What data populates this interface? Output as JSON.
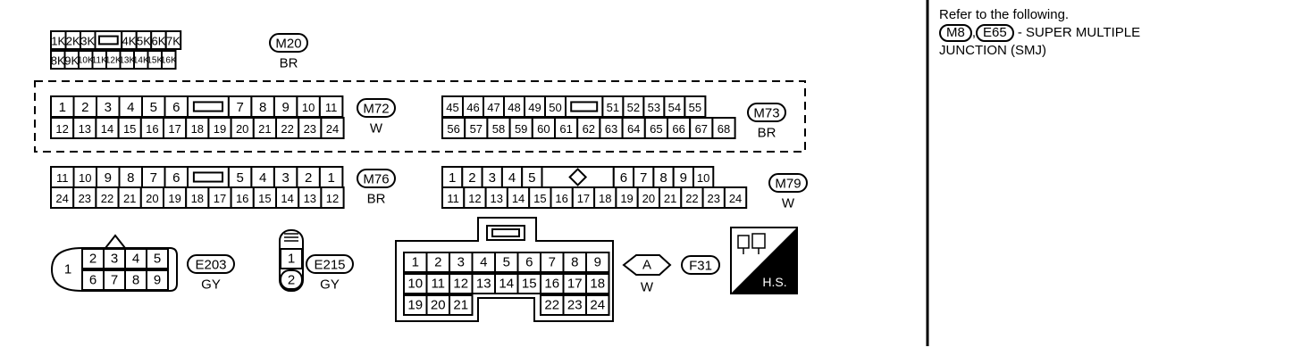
{
  "note": {
    "intro": "Refer to the following.",
    "conn_a": "M8",
    "sep": ",",
    "conn_b": "E65",
    "line1_tail": "- SUPER MULTIPLE",
    "line2": "JUNCTION (SMJ)"
  },
  "connectors": [
    {
      "id": "M20",
      "color": "BR",
      "rows": [
        [
          "1K",
          "2K",
          "3K",
          "[]",
          "4K",
          "5K",
          "6K",
          "7K"
        ],
        [
          "8K",
          "9K",
          "10K",
          "11K",
          "12K",
          "13K",
          "14K",
          "15K",
          "16K"
        ]
      ]
    },
    {
      "id": "M72",
      "color": "W",
      "rows": [
        [
          "1",
          "2",
          "3",
          "4",
          "5",
          "6",
          "[]",
          "7",
          "8",
          "9",
          "10",
          "11"
        ],
        [
          "12",
          "13",
          "14",
          "15",
          "16",
          "17",
          "18",
          "19",
          "20",
          "21",
          "22",
          "23",
          "24"
        ]
      ]
    },
    {
      "id": "M73",
      "color": "BR",
      "rows": [
        [
          "45",
          "46",
          "47",
          "48",
          "49",
          "50",
          "[]",
          "51",
          "52",
          "53",
          "54",
          "55"
        ],
        [
          "56",
          "57",
          "58",
          "59",
          "60",
          "61",
          "62",
          "63",
          "64",
          "65",
          "66",
          "67",
          "68"
        ]
      ]
    },
    {
      "id": "M76",
      "color": "BR",
      "rows": [
        [
          "11",
          "10",
          "9",
          "8",
          "7",
          "6",
          "[]",
          "5",
          "4",
          "3",
          "2",
          "1"
        ],
        [
          "24",
          "23",
          "22",
          "21",
          "20",
          "19",
          "18",
          "17",
          "16",
          "15",
          "14",
          "13",
          "12"
        ]
      ]
    },
    {
      "id": "M79",
      "color": "W",
      "rows": [
        [
          "1",
          "2",
          "3",
          "4",
          "5",
          "<>",
          "6",
          "7",
          "8",
          "9",
          "10"
        ],
        [
          "11",
          "12",
          "13",
          "14",
          "15",
          "16",
          "17",
          "18",
          "19",
          "20",
          "21",
          "22",
          "23",
          "24"
        ]
      ]
    },
    {
      "id": "E203",
      "color": "GY",
      "pins": [
        "1",
        "2",
        "3",
        "4",
        "5",
        "6",
        "7",
        "8",
        "9"
      ]
    },
    {
      "id": "E215",
      "color": "GY",
      "pins": [
        "1",
        "2"
      ]
    },
    {
      "id": "F31",
      "terminal": "A",
      "color": "W",
      "rows": [
        [
          "1",
          "2",
          "3",
          "4",
          "5",
          "6",
          "7",
          "8",
          "9"
        ],
        [
          "10",
          "11",
          "12",
          "13",
          "14",
          "15",
          "16",
          "17",
          "18"
        ],
        [
          "19",
          "20",
          "21",
          "22",
          "23",
          "24"
        ]
      ]
    }
  ],
  "badge": {
    "label": "H.S."
  }
}
